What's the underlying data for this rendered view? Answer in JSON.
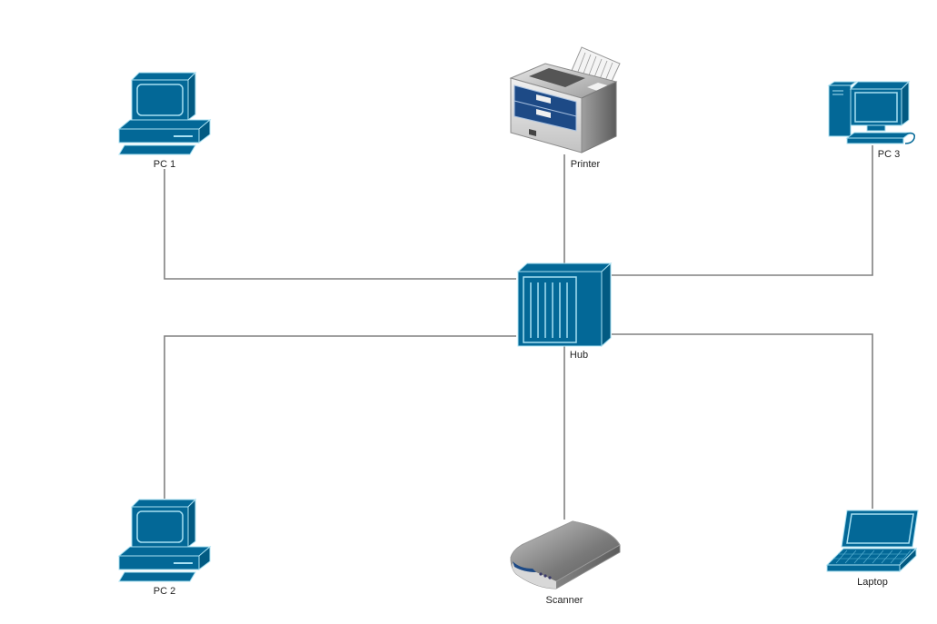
{
  "diagram": {
    "type": "network-star-topology",
    "colors": {
      "device_blue": "#036897",
      "device_outline": "#a8e0f2",
      "connector": "#808080",
      "gray_device": "#8c8c8c"
    },
    "nodes": [
      {
        "id": "pc1",
        "label": "PC 1",
        "icon": "desktop-computer-icon"
      },
      {
        "id": "printer",
        "label": "Printer",
        "icon": "printer-icon"
      },
      {
        "id": "pc3",
        "label": "PC 3",
        "icon": "workstation-tower-icon"
      },
      {
        "id": "hub",
        "label": "Hub",
        "icon": "hub-icon"
      },
      {
        "id": "pc2",
        "label": "PC 2",
        "icon": "desktop-computer-icon"
      },
      {
        "id": "scanner",
        "label": "Scanner",
        "icon": "scanner-icon"
      },
      {
        "id": "laptop",
        "label": "Laptop",
        "icon": "laptop-icon"
      }
    ],
    "edges": [
      {
        "from": "hub",
        "to": "pc1"
      },
      {
        "from": "hub",
        "to": "printer"
      },
      {
        "from": "hub",
        "to": "pc3"
      },
      {
        "from": "hub",
        "to": "pc2"
      },
      {
        "from": "hub",
        "to": "scanner"
      },
      {
        "from": "hub",
        "to": "laptop"
      }
    ]
  }
}
